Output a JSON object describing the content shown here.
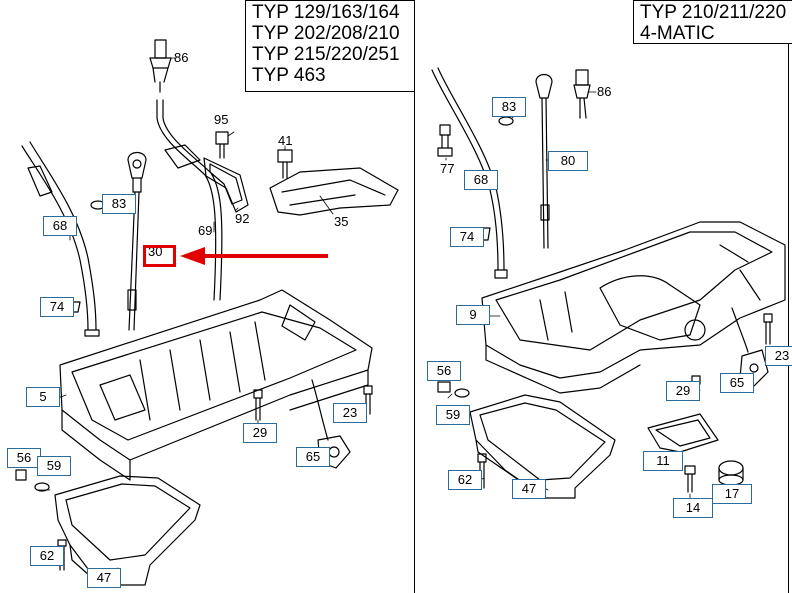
{
  "left_title": [
    "TYP 129/163/164",
    "TYP 202/208/210",
    "TYP 215/220/251",
    "TYP 463"
  ],
  "right_title": [
    "TYP 210/211/220",
    "4-MATIC"
  ],
  "left_labels": {
    "l86": "86",
    "l95": "95",
    "l41": "41",
    "l83": "83",
    "l92": "92",
    "l69": "69",
    "l35": "35",
    "l68": "68",
    "l30": "30",
    "l74": "74",
    "l5": "5",
    "l29": "29",
    "l23": "23",
    "l65": "65",
    "l56": "56",
    "l59": "59",
    "l62": "62",
    "l47": "47"
  },
  "right_labels": {
    "r86": "86",
    "r83": "83",
    "r80": "80",
    "r77": "77",
    "r68": "68",
    "r74": "74",
    "r9": "9",
    "r23": "23",
    "r29": "29",
    "r65": "65",
    "r56": "56",
    "r59": "59",
    "r11": "11",
    "r62": "62",
    "r47": "47",
    "r14": "14",
    "r17": "17"
  },
  "highlight": {
    "color": "#e00000",
    "target": "30"
  },
  "colors": {
    "label_border": "#2a6b9c",
    "line": "#000000",
    "arrow": "#e00000"
  }
}
